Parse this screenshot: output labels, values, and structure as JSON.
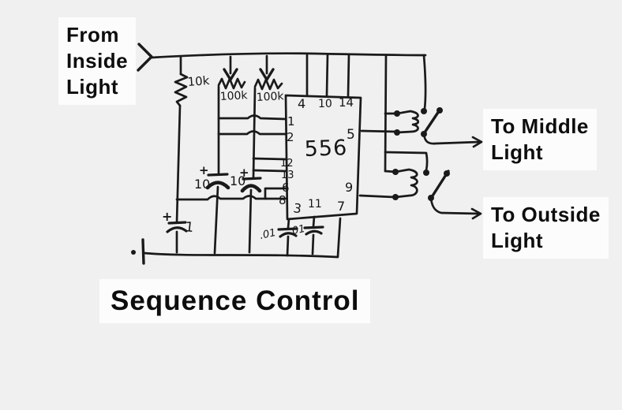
{
  "diagram": {
    "title": "Sequence Control",
    "type": "hand-drawn circuit schematic"
  },
  "captions": {
    "from_inside": {
      "line1": "From",
      "line2": "Inside",
      "line3": "Light"
    },
    "to_middle": {
      "line1": "To Middle",
      "line2": "Light"
    },
    "to_outside": {
      "line1": "To Outside",
      "line2": "Light"
    }
  },
  "ic": {
    "name": "556",
    "pins": {
      "top": [
        "4",
        "10",
        "14"
      ],
      "left": [
        "1",
        "2",
        "12",
        "13",
        "6",
        "8"
      ],
      "right": [
        "5",
        "9"
      ],
      "bottom": [
        "3",
        "11",
        "7"
      ]
    }
  },
  "components": {
    "r1": "10k",
    "pot1": "100k",
    "pot2": "100k",
    "c_timing_a": "10",
    "c_timing_b": "10",
    "c_trigger": "1",
    "c_control_a": ".01",
    "c_control_b": ".01",
    "polarity_mark": "+"
  },
  "colors": {
    "ink": "#1a1a1a",
    "paper": "#f0f0f0",
    "caption_background": "#fcfcfc"
  }
}
